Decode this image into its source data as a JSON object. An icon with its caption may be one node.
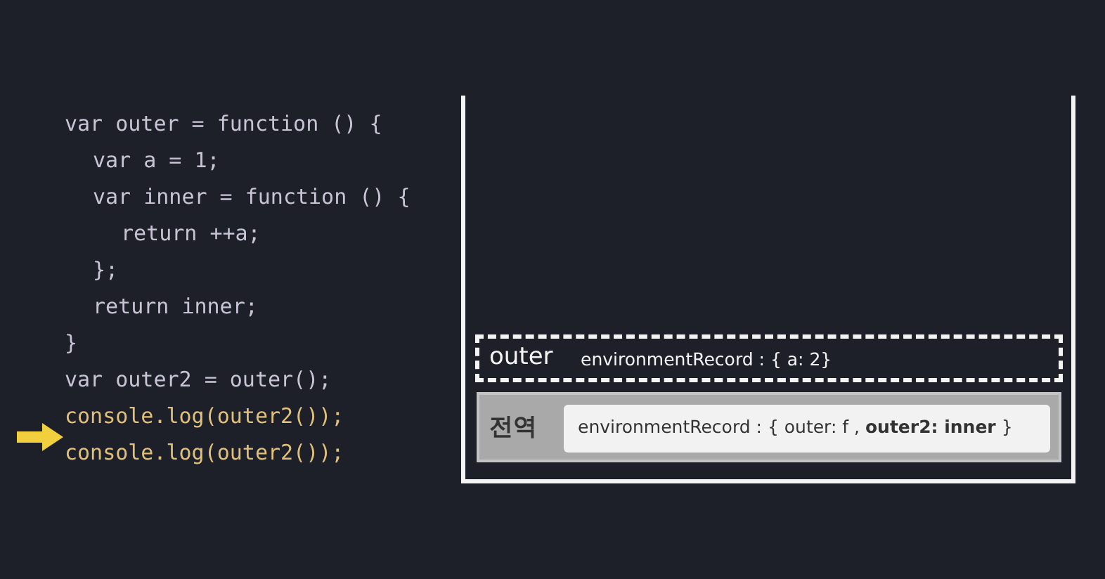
{
  "diagram": {
    "nodes": [
      {
        "text": [],
        "shape": "box"
      },
      {
        "text": [
          "outer",
          "environmentRecord : { a: 2}"
        ],
        "in": 0
      },
      {
        "text": [
          "전역"
        ],
        "in": 0
      },
      {
        "text": [
          "environmentRecord : { outer: f , **outer2: inner** }"
        ],
        "in": 2
      }
    ],
    "labels": [
      "var outer = function () {",
      "var a = 1;",
      "var inner = function () {",
      "return ++a;",
      "};",
      "return inner;",
      "}",
      "var outer2 = outer();",
      "console.log(outer2());",
      "console.log(outer2());"
    ]
  }
}
